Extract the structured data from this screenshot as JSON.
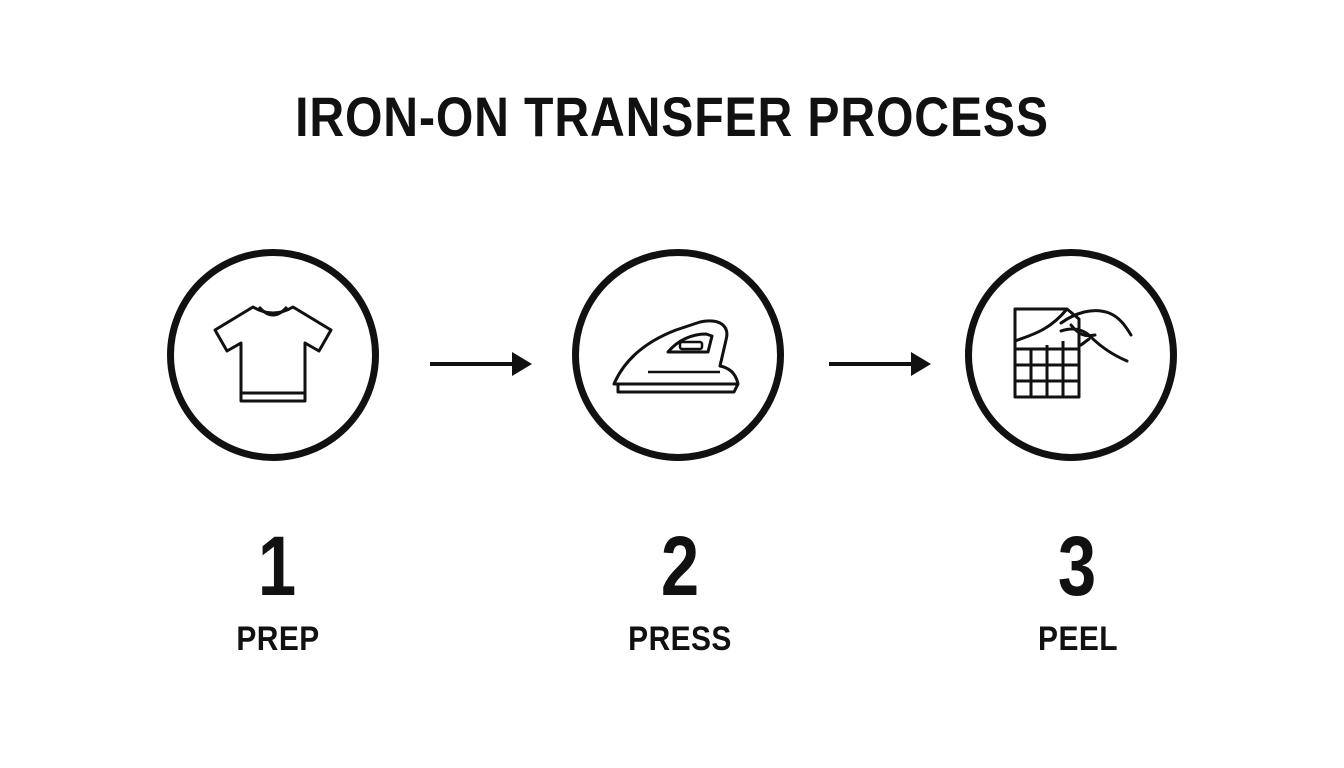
{
  "title": "IRON-ON TRANSFER PROCESS",
  "steps": [
    {
      "number": "1",
      "label": "PREP",
      "icon": "t-shirt-icon"
    },
    {
      "number": "2",
      "label": "PRESS",
      "icon": "iron-icon"
    },
    {
      "number": "3",
      "label": "PEEL",
      "icon": "peel-transfer-icon"
    }
  ],
  "colors": {
    "ink": "#111111",
    "background": "#ffffff"
  }
}
